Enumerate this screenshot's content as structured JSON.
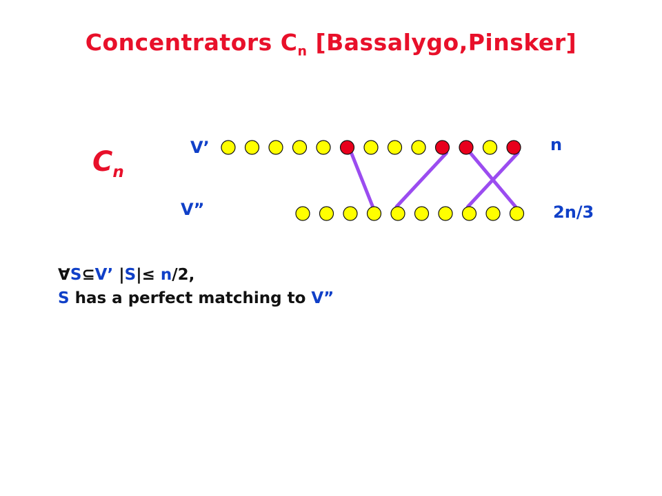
{
  "title": {
    "main": "Concentrators C",
    "sub": "n",
    "suffix": " [Bassalygo,Pinsker]"
  },
  "graph_label": {
    "main": "C",
    "sub": "n"
  },
  "labels": {
    "top": "V’",
    "bottom": "V”",
    "top_count": "n",
    "bottom_count": "2n/3"
  },
  "statement": {
    "line1": [
      {
        "text": "∀",
        "color": "black"
      },
      {
        "text": "S",
        "color": "blue"
      },
      {
        "text": "⊆",
        "color": "black"
      },
      {
        "text": "V’ ",
        "color": "blue"
      },
      {
        "text": "|",
        "color": "black"
      },
      {
        "text": "S",
        "color": "blue"
      },
      {
        "text": "|≤ ",
        "color": "black"
      },
      {
        "text": "n",
        "color": "blue"
      },
      {
        "text": "/2,",
        "color": "black"
      }
    ],
    "line2": [
      {
        "text": "S",
        "color": "blue"
      },
      {
        "text": " has a perfect matching to ",
        "color": "black"
      },
      {
        "text": "V”",
        "color": "blue"
      }
    ]
  },
  "colors": {
    "node_default": "#ffff00",
    "node_selected": "#e8001c",
    "edge": "#9b4cf0",
    "node_stroke": "#111111"
  },
  "top_row": {
    "count": 13,
    "selected": [
      5,
      9,
      10,
      12
    ]
  },
  "bottom_row": {
    "count": 10
  },
  "matching": [
    [
      5,
      3
    ],
    [
      9,
      4
    ],
    [
      10,
      9
    ],
    [
      12,
      7
    ]
  ]
}
